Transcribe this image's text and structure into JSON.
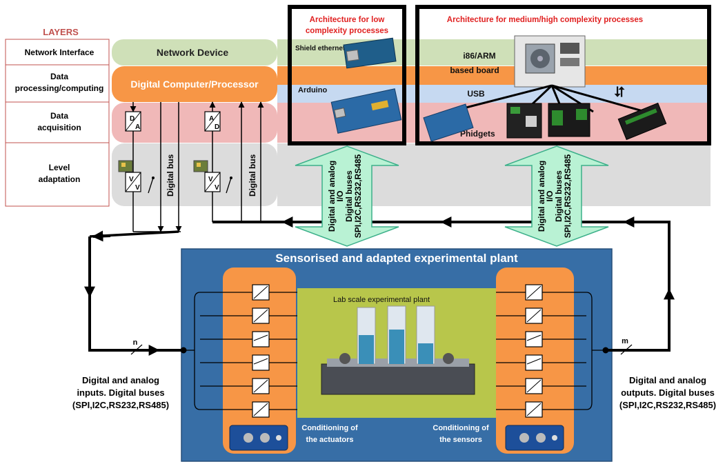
{
  "layers": {
    "title": "LAYERS",
    "network_interface": "Network Interface",
    "data_processing": [
      "Data",
      "processing/computing"
    ],
    "data_acquisition": [
      "Data",
      "acquisition"
    ],
    "level_adaptation": [
      "Level",
      "adaptation"
    ]
  },
  "bands": {
    "network_device": "Network Device",
    "digital_computer": "Digital Computer/Processor"
  },
  "acquisition": {
    "digital_bus": "Digital bus",
    "da_top": "D",
    "da_bottom": "A",
    "ad_top": "A",
    "ad_bottom": "D",
    "v_top": "V",
    "v_bottom": "V"
  },
  "low_arch": {
    "title": [
      "Architecture for low",
      "complexity processes"
    ],
    "shield": "Shield ethernet",
    "arduino": "Arduino"
  },
  "high_arch": {
    "title": "Architecture for medium/high complexity processes",
    "board": [
      "i86/ARM",
      "based board"
    ],
    "usb": "USB",
    "phidgets": "Phidgets",
    "usb_symbol": "⮃"
  },
  "io_arrows": {
    "lines": [
      "Digital and analog",
      "I/O",
      "Digital buses",
      "SPI,I2C,RS232,RS485"
    ]
  },
  "plant": {
    "title": "Sensorised and adapted experimental plant",
    "lab_label": "Lab scale experimental plant",
    "actuators": [
      "Conditioning of",
      "the actuators"
    ],
    "sensors": [
      "Conditioning of",
      "the sensors"
    ]
  },
  "inputs": {
    "lines": [
      "Digital and analog",
      "inputs. Digital buses",
      "(SPI,I2C,RS232,RS485)"
    ],
    "count": "n"
  },
  "outputs": {
    "lines": [
      "Digital and analog",
      "outputs. Digital buses",
      "(SPI,I2C,RS232,RS485)"
    ],
    "count": "m"
  },
  "colors": {
    "green_band": "#cfe0b8",
    "orange_band": "#f79646",
    "red_band": "#f0b8b8",
    "gray_band": "#dcdcdc",
    "blue_band": "#c6d9f1",
    "plant_blue": "#376ea6",
    "plant_green": "#b8c64b",
    "arrow_fill": "#b9f2d4",
    "arrow_stroke": "#3cb08a",
    "title_red": "#e02020",
    "layers_brown": "#c0504d"
  }
}
